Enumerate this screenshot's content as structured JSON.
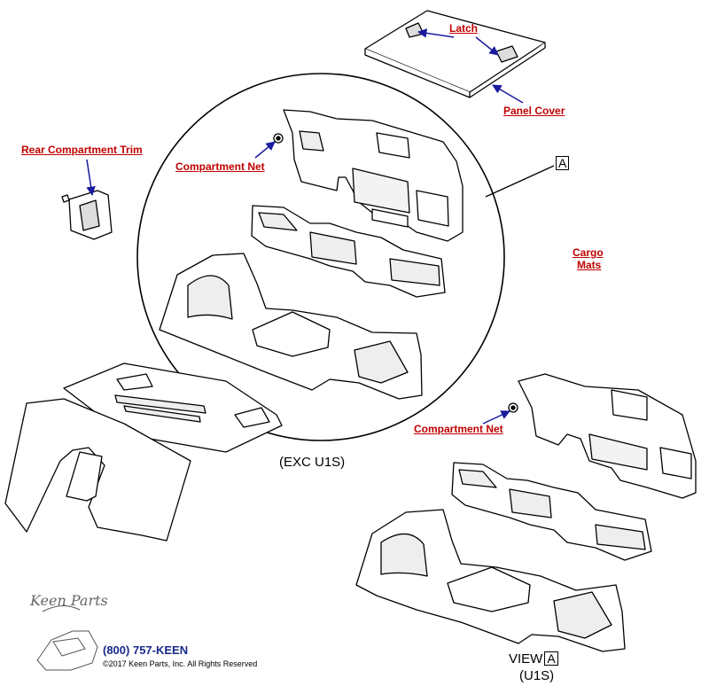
{
  "labels": {
    "latch": "Latch",
    "panel_cover": "Panel Cover",
    "rear_compartment_trim": "Rear Compartment Trim",
    "compartment_net_1": "Compartment Net",
    "compartment_net_2": "Compartment Net",
    "cargo_mats_line1": "Cargo",
    "cargo_mats_line2": "Mats"
  },
  "callouts": {
    "ref_box": "A",
    "exc_u1s": "(EXC U1S)",
    "view_prefix": "VIEW",
    "view_box": "A",
    "u1s": "(U1S)"
  },
  "footer": {
    "logo_text": "Keen Parts",
    "phone": "(800) 757-KEEN",
    "copyright": "©2017 Keen Parts, Inc. All Rights Reserved"
  },
  "colors": {
    "label_red": "#c00000",
    "arrow_blue": "#1a1aa0",
    "phone_blue": "#1a2a8a"
  }
}
